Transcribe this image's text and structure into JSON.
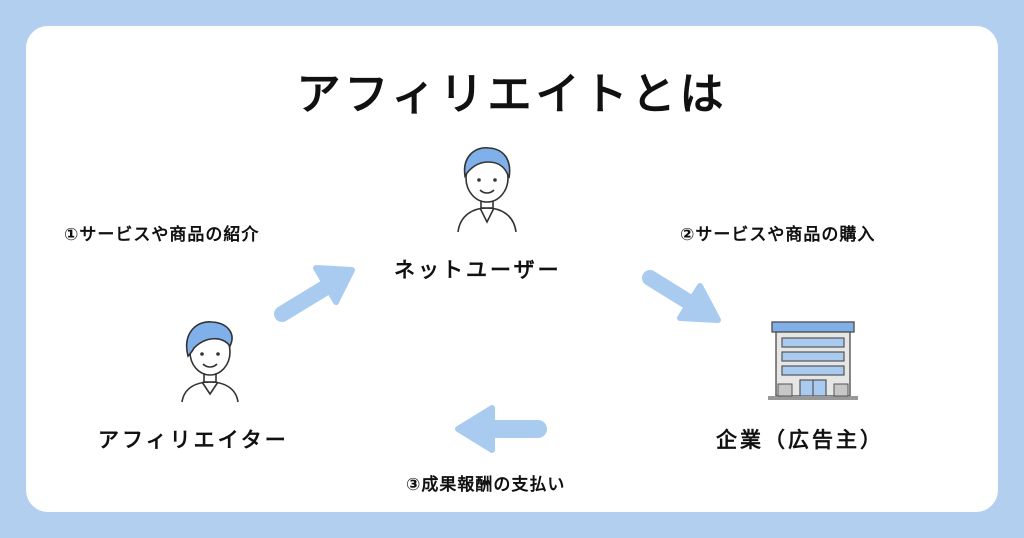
{
  "title": "アフィリエイトとは",
  "nodes": {
    "user": {
      "label": "ネットユーザー",
      "icon": "man-icon"
    },
    "affiliator": {
      "label": "アフィリエイター",
      "icon": "woman-icon"
    },
    "company": {
      "label": "企業（広告主）",
      "icon": "building-icon"
    }
  },
  "steps": {
    "step1": "①サービスや商品の紹介",
    "step2": "②サービスや商品の購入",
    "step3": "③成果報酬の支払い"
  },
  "colors": {
    "background": "#b3cff0",
    "arrow": "#a9cbf0",
    "accent": "#7fb0ea"
  }
}
